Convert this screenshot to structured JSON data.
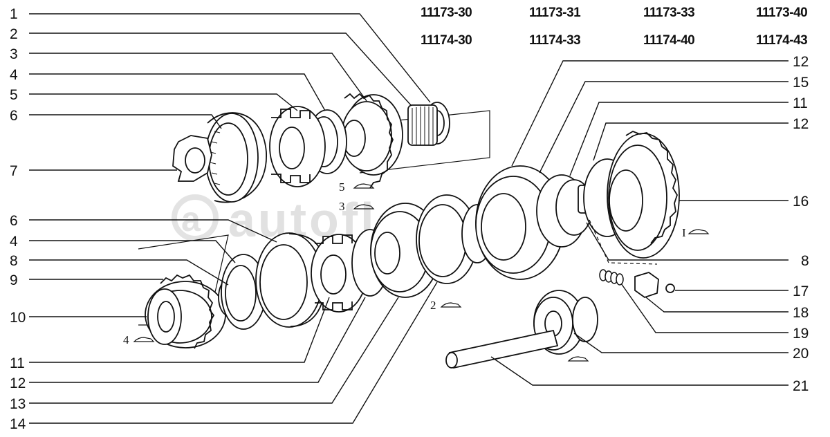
{
  "models": {
    "row1": [
      "11173-30",
      "11173-31",
      "11173-33",
      "11173-40"
    ],
    "row2": [
      "11174-30",
      "11174-33",
      "11174-40",
      "11174-43"
    ]
  },
  "callouts_left": [
    "1",
    "2",
    "3",
    "4",
    "5",
    "6",
    "7",
    "6",
    "4",
    "8",
    "9",
    "10",
    "11",
    "12",
    "13",
    "14"
  ],
  "callouts_right": [
    "12",
    "15",
    "11",
    "12",
    "16",
    "8",
    "17",
    "18",
    "19",
    "20",
    "21"
  ],
  "view_marks": {
    "m5": "5",
    "m3": "3",
    "m4": "4",
    "m2": "2",
    "mI": "I"
  },
  "watermark": "autoflex"
}
